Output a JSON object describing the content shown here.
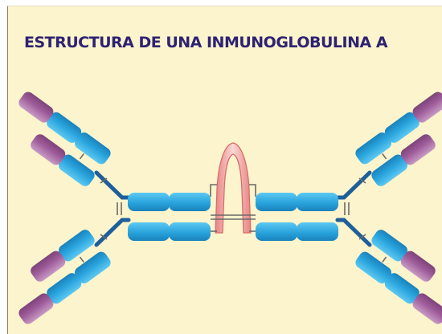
{
  "slide": {
    "title": "ESTRUCTURA DE UNA INMUNOGLOBULINA A"
  },
  "diagram": {
    "subject": "dimeric-immunoglobulin-A",
    "colors": {
      "background": "#fbf4cc",
      "title": "#2e2272",
      "constant_domain": "#29a3dc",
      "variable_domain": "#9e5c9a",
      "j_chain": "#e07b7b",
      "disulfide_bond": "#6a6a6a",
      "hinge": "#1e5f9b"
    },
    "parts": [
      "left-monomer",
      "j-chain",
      "right-monomer"
    ]
  }
}
